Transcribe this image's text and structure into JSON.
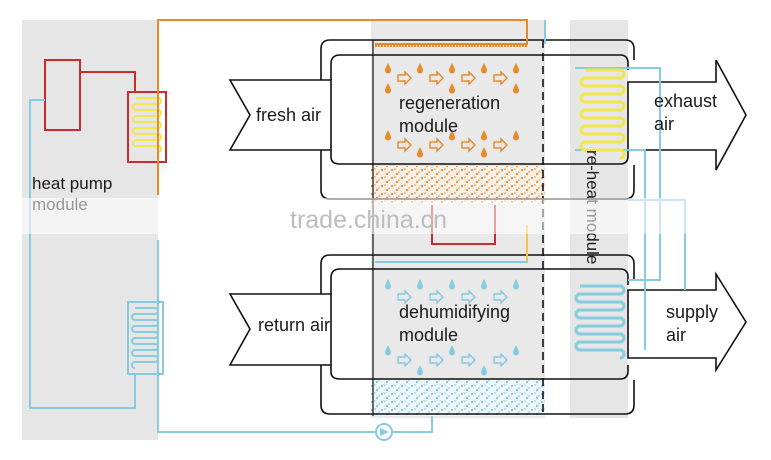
{
  "labels": {
    "fresh_air": "fresh air",
    "regeneration_line1": "regeneration",
    "regeneration_line2": "module",
    "exhaust_line1": "exhaust",
    "exhaust_line2": "air",
    "heat_pump_line1": "heat pump",
    "heat_pump_line2": "module",
    "reheat_module": "re-heat module",
    "return_air": "return air",
    "dehumidifying_line1": "dehumidifying",
    "dehumidifying_line2": "module",
    "supply_line1": "supply",
    "supply_line2": "air",
    "watermark": "trade.china.cn"
  },
  "colors": {
    "panel_gray": "#e6e6e6",
    "hot_red": "#cc2b2b",
    "hot_orange": "#e8892a",
    "cold_blue": "#86cbe0",
    "yellow_coil": "#f4e64a",
    "outline": "#111111"
  },
  "icons": {
    "flow_arrow": "⇨",
    "droplet": "droplet-icon",
    "pump": "pump-icon"
  }
}
